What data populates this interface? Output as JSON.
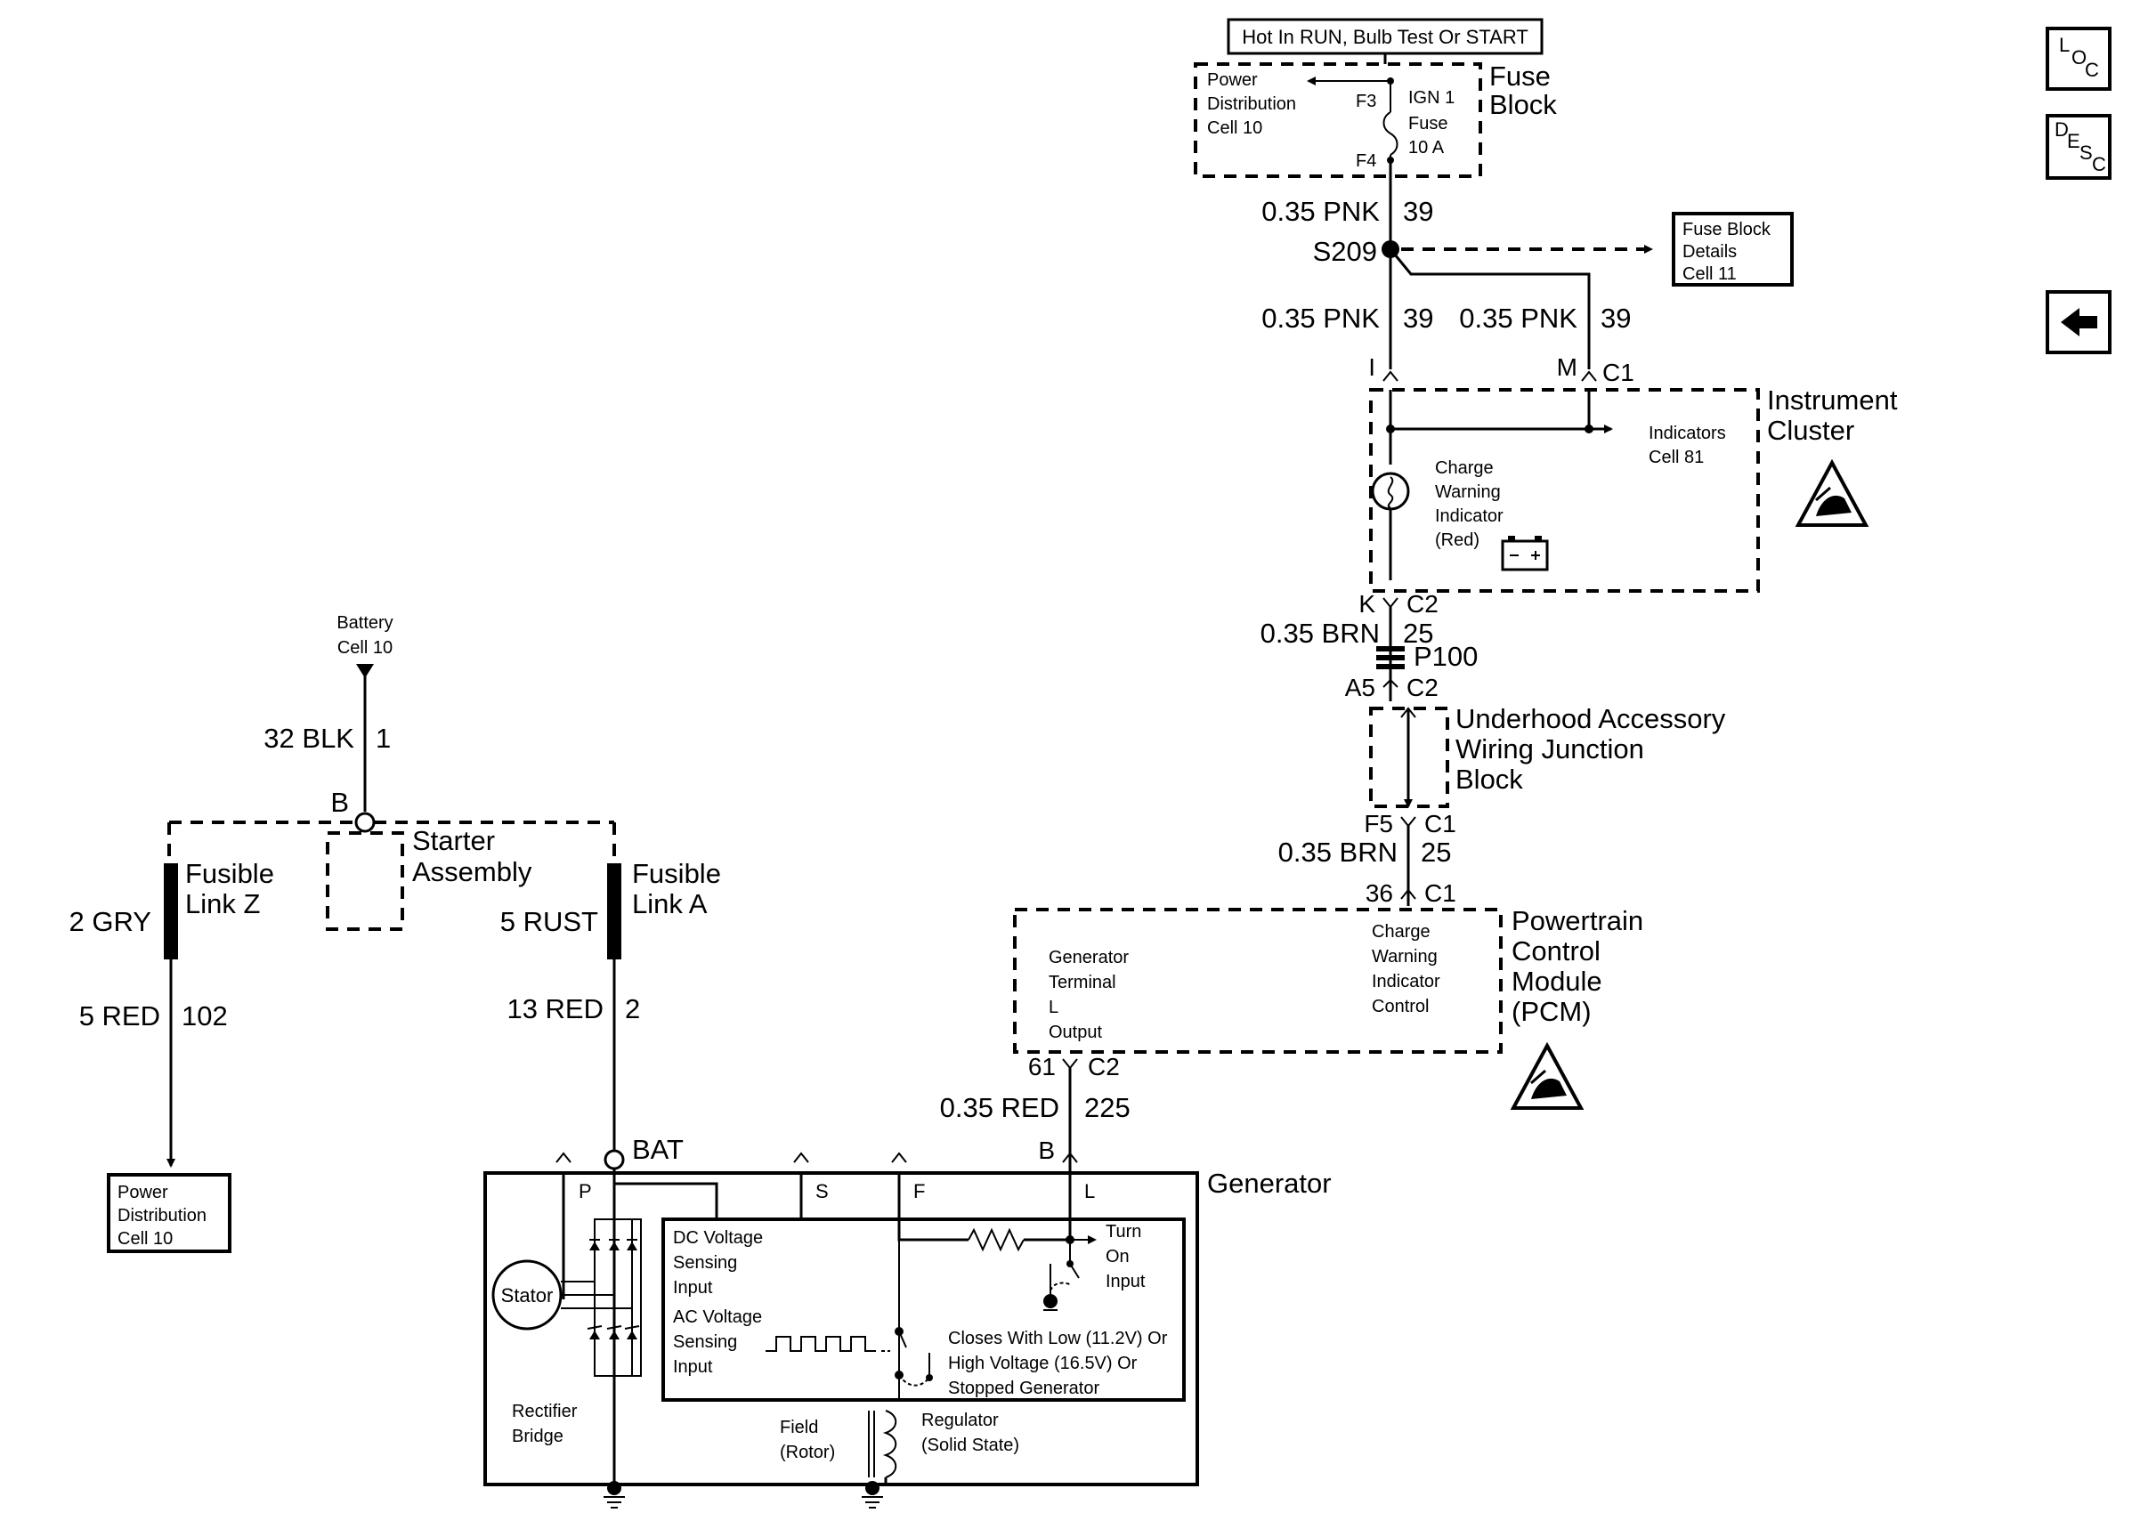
{
  "title_box": "Hot In RUN, Bulb Test Or START",
  "nav": {
    "loc_l": "L",
    "loc_o": "O",
    "loc_c": "C",
    "desc_d": "D",
    "desc_e": "E",
    "desc_s": "S",
    "desc_c": "C"
  },
  "fuse_block": {
    "label1": "Fuse",
    "label2": "Block",
    "pd1": "Power",
    "pd2": "Distribution",
    "pd3": "Cell 10",
    "f3": "F3",
    "f4": "F4",
    "fuse1": "IGN 1",
    "fuse2": "Fuse",
    "fuse3": "10 A"
  },
  "wires": {
    "w1_left": "0.35 PNK",
    "w1_right": "39",
    "splice": "S209",
    "w2_left": "0.35 PNK",
    "w2_right": "39",
    "w3_left": "0.35 PNK",
    "w3_right": "39",
    "w4_left": "0.35 BRN",
    "w4_right": "25",
    "w5_left": "0.35 BRN",
    "w5_right": "25",
    "w6_left": "0.35 RED",
    "w6_right": "225",
    "batt_left": "32 BLK",
    "batt_right": "1",
    "gry": "2 GRY",
    "rust": "5 RUST",
    "red5_left": "5 RED",
    "red5_right": "102",
    "red13_left": "13 RED",
    "red13_right": "2"
  },
  "fuse_details": {
    "l1": "Fuse Block",
    "l2": "Details",
    "l3": "Cell 11"
  },
  "instrument_cluster": {
    "pin_i": "I",
    "pin_m": "M",
    "conn_c1": "C1",
    "label1": "Instrument",
    "label2": "Cluster",
    "ind1": "Indicators",
    "ind2": "Cell 81",
    "cw1": "Charge",
    "cw2": "Warning",
    "cw3": "Indicator",
    "cw4": "(Red)",
    "pin_k": "K",
    "conn_c2": "C2"
  },
  "p100": "P100",
  "underhood": {
    "pin_a5": "A5",
    "conn_c2": "C2",
    "label1": "Underhood Accessory",
    "label2": "Wiring Junction",
    "label3": "Block",
    "pin_f5": "F5",
    "conn_c1": "C1"
  },
  "pcm": {
    "pin_36": "36",
    "conn_c1": "C1",
    "label1": "Powertrain",
    "label2": "Control",
    "label3": "Module",
    "label4": "(PCM)",
    "gen1": "Generator",
    "gen2": "Terminal",
    "gen3": "L",
    "gen4": "Output",
    "cwi1": "Charge",
    "cwi2": "Warning",
    "cwi3": "Indicator",
    "cwi4": "Control",
    "pin_61": "61",
    "conn_c2": "C2"
  },
  "battery": {
    "l1": "Battery",
    "l2": "Cell 10"
  },
  "starter": {
    "pin_b": "B",
    "label1": "Starter",
    "label2": "Assembly"
  },
  "fusible_z": {
    "l1": "Fusible",
    "l2": "Link Z"
  },
  "fusible_a": {
    "l1": "Fusible",
    "l2": "Link A"
  },
  "power_dist": {
    "l1": "Power",
    "l2": "Distribution",
    "l3": "Cell 10"
  },
  "generator": {
    "label": "Generator",
    "bat": "BAT",
    "pin_b": "B",
    "p": "P",
    "s": "S",
    "f": "F",
    "l": "L",
    "stator": "Stator",
    "rect1": "Rectifier",
    "rect2": "Bridge",
    "dc1": "DC Voltage",
    "dc2": "Sensing",
    "dc3": "Input",
    "ac1": "AC Voltage",
    "ac2": "Sensing",
    "ac3": "Input",
    "turn1": "Turn",
    "turn2": "On",
    "turn3": "Input",
    "closes1": "Closes With Low (11.2V) Or",
    "closes2": "High Voltage (16.5V) Or",
    "closes3": "Stopped Generator",
    "field1": "Field",
    "field2": "(Rotor)",
    "reg1": "Regulator",
    "reg2": "(Solid State)"
  }
}
